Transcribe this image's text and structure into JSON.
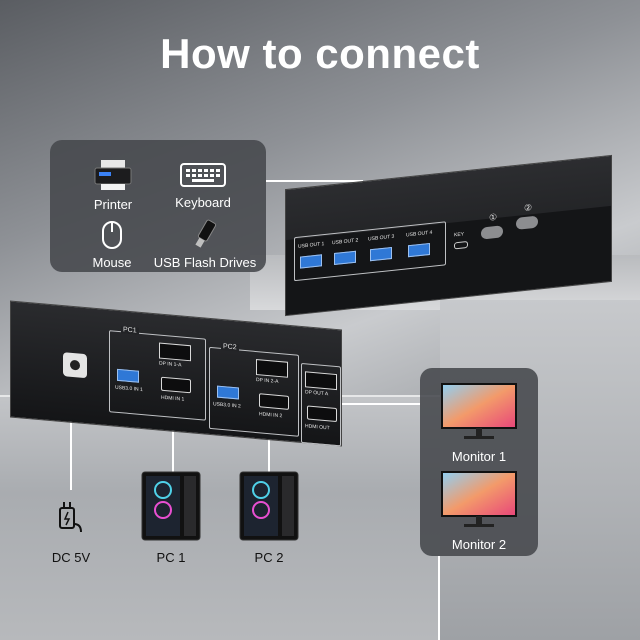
{
  "title": "How to connect",
  "peripherals": {
    "printer": "Printer",
    "keyboard": "Keyboard",
    "mouse": "Mouse",
    "usb_drives": "USB Flash Drives"
  },
  "top_device": {
    "ports": [
      "USB OUT 1",
      "USB OUT 2",
      "USB OUT 3",
      "USB OUT 4"
    ],
    "key": "KEY",
    "button1": "①",
    "button2": "②"
  },
  "bottom_device": {
    "pc1_tag": "PC1",
    "pc2_tag": "PC2",
    "usb_in_1": "USB3.0 IN 1",
    "dp_in_1": "DP IN 1-A",
    "hdmi_in_1": "HDMI IN 1",
    "usb_in_2": "USB3.0 IN 2",
    "dp_in_2": "DP IN 2-A",
    "hdmi_in_2": "HDMI IN 2",
    "dp_out": "DP OUT A",
    "hdmi_out": "HDMI OUT"
  },
  "monitors": [
    "Monitor 1",
    "Monitor 2"
  ],
  "labels": {
    "dc": "DC 5V",
    "pc1": "PC 1",
    "pc2": "PC 2"
  },
  "colors": {
    "usb_blue": "#2f78d6",
    "panel": "#46484c"
  }
}
